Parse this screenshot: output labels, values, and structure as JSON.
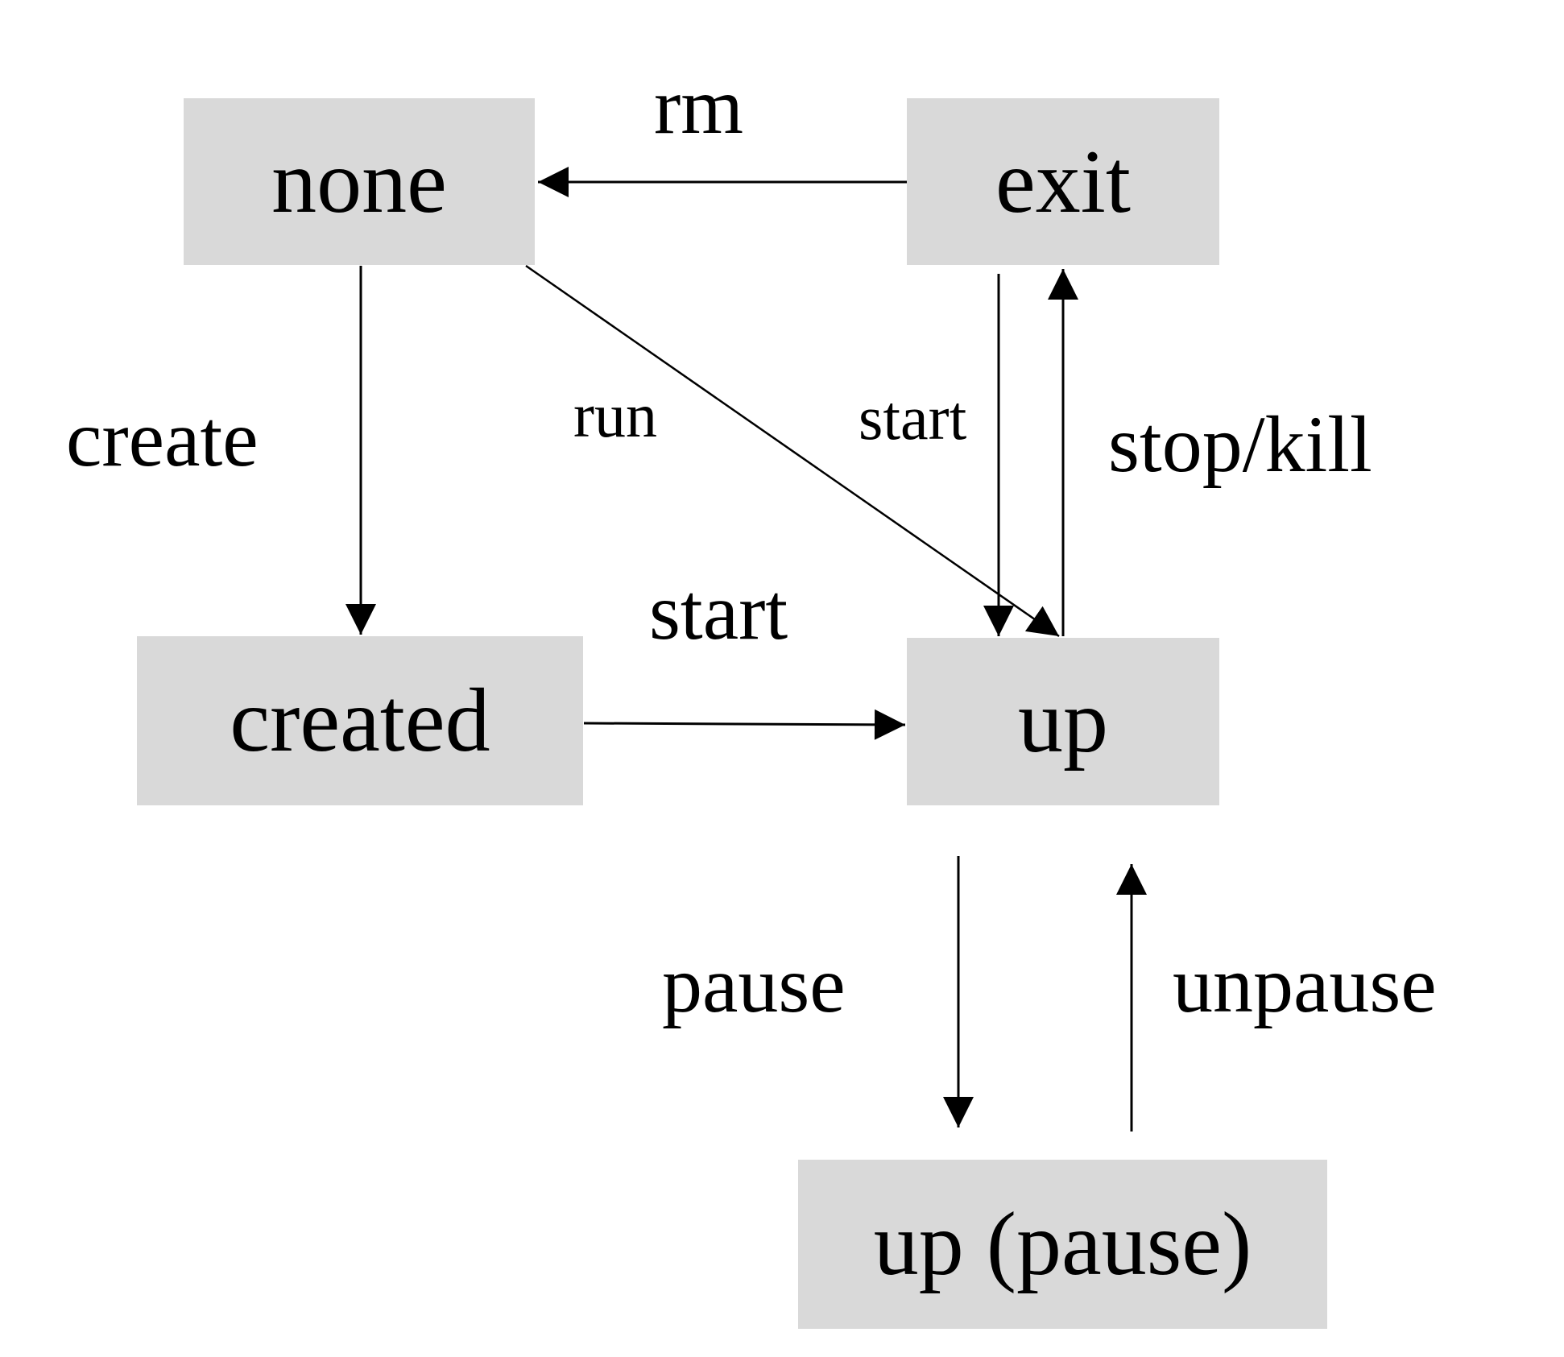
{
  "diagram": {
    "nodes": {
      "none": "none",
      "exit": "exit",
      "created": "created",
      "up": "up",
      "up_pause": "up (pause)"
    },
    "edges": {
      "rm": "rm",
      "create": "create",
      "run": "run",
      "start_exit_up": "start",
      "stop_kill": "stop/kill",
      "start_created_up": "start",
      "pause": "pause",
      "unpause": "unpause"
    },
    "colors": {
      "node_fill": "#d9d9d9",
      "line": "#000000"
    }
  }
}
